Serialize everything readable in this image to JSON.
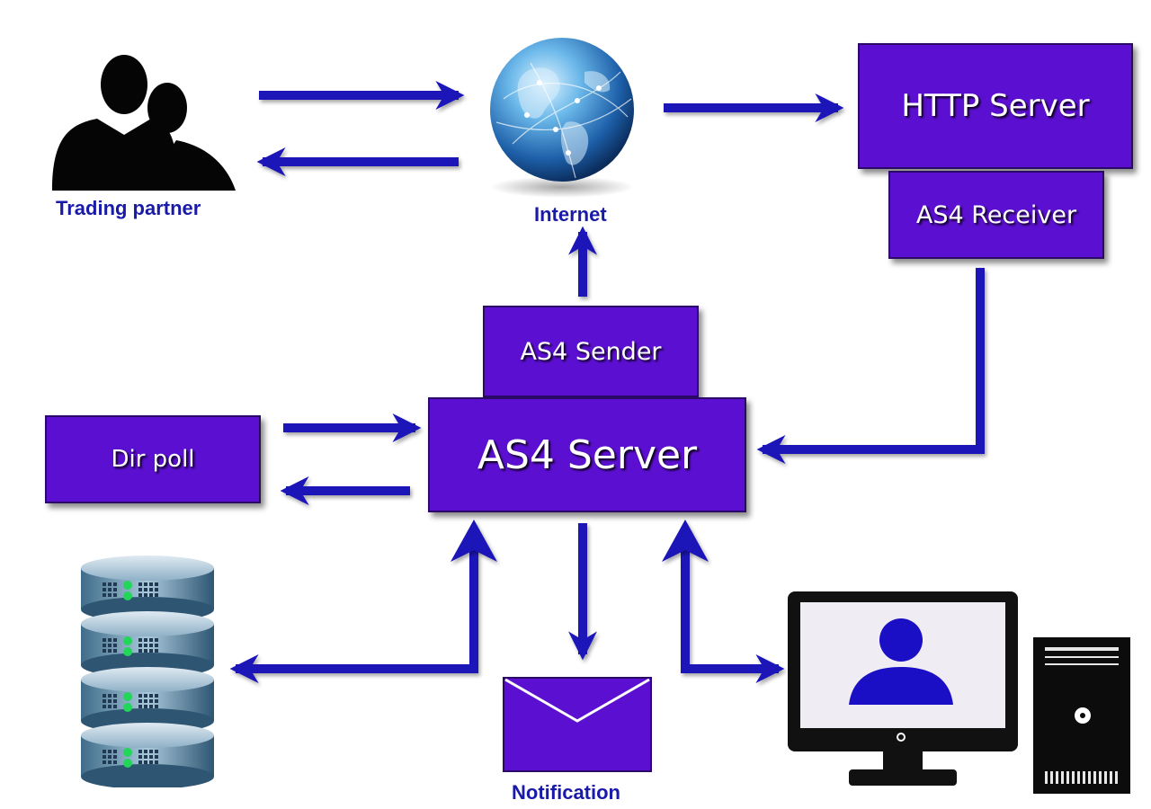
{
  "nodes": {
    "trading_partner": "Trading partner",
    "internet": "Internet",
    "http_server": "HTTP Server",
    "as4_receiver": "AS4 Receiver",
    "as4_sender": "AS4 Sender",
    "as4_server": "AS4 Server",
    "dir_poll": "Dir poll",
    "notification": "Notification"
  },
  "colors": {
    "box_fill": "#5b0fd0",
    "arrow": "#1a14b8",
    "label_text": "#1a1aa8"
  },
  "icons": [
    "users-icon",
    "globe-icon",
    "database-icon",
    "envelope-icon",
    "monitor-user-icon",
    "computer-tower-icon"
  ]
}
